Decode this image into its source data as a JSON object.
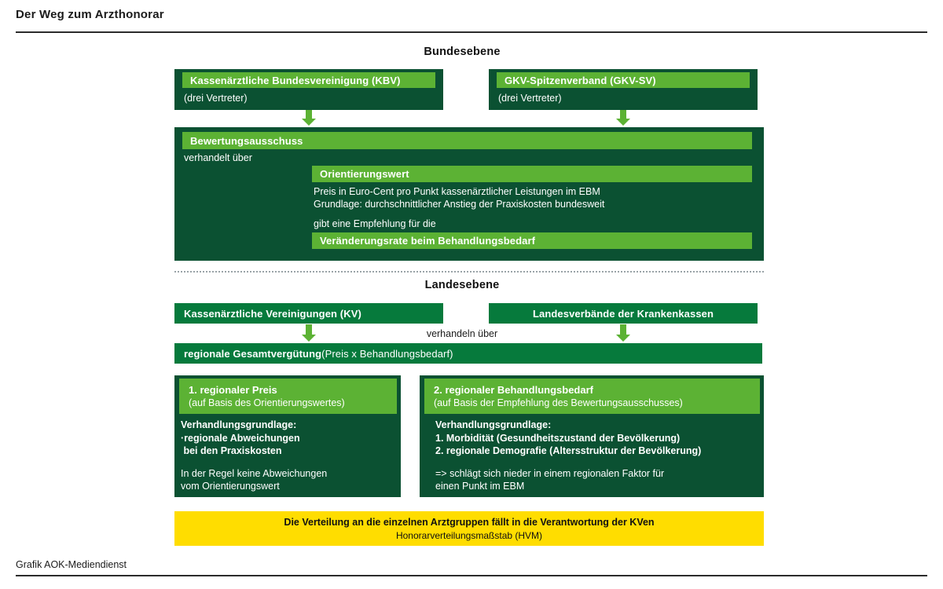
{
  "header": {
    "title": "Der Weg zum Arzthonorar",
    "credit": "Grafik AOK-Mediendienst"
  },
  "sections": {
    "federal_heading": "Bundesebene",
    "state_heading": "Landesebene"
  },
  "federal": {
    "kbv": {
      "title": "Kassenärztliche Bundesvereinigung (KBV)",
      "note": "(drei Vertreter)"
    },
    "gkv": {
      "title": "GKV-Spitzenverband (GKV-SV)",
      "note": "(drei Vertreter)"
    },
    "committee": {
      "title": "Bewertungsausschuss",
      "intro": "verhandelt über",
      "orientation": {
        "title": "Orientierungswert",
        "line1": "Preis in Euro-Cent pro Punkt kassenärztlicher Leistungen im EBM",
        "line2": "Grundlage: durchschnittlicher Anstieg der Praxiskosten bundesweit"
      },
      "recommendation_intro": "gibt eine Empfehlung für die",
      "recommendation_title": "Veränderungsrate beim Behandlungsbedarf"
    }
  },
  "state": {
    "kv": "Kassenärztliche Vereinigungen (KV)",
    "landesverbaende": "Landesverbände der Krankenkassen",
    "negotiate_label": "verhandeln über",
    "total_payment": {
      "bold": "regionale Gesamtvergütung",
      "note": " (Preis x Behandlungsbedarf)"
    },
    "price_box": {
      "title": "1. regionaler Preis",
      "subtitle": "(auf Basis des Orientierungswertes)",
      "basis_label": "Verhandlungsgrundlage:",
      "basis_line1": "·regionale Abweichungen",
      "basis_line2": " bei den Praxiskosten",
      "result_line1": "In der Regel keine Abweichungen",
      "result_line2": "vom Orientierungswert"
    },
    "demand_box": {
      "title": "2. regionaler Behandlungsbedarf",
      "subtitle": "(auf Basis der Empfehlung des Bewertungsausschusses)",
      "basis_label": "Verhandlungsgrundlage:",
      "basis_line1": "1. Morbidität (Gesundheitszustand der Bevölkerung)",
      "basis_line2": "2. regionale Demografie (Altersstruktur der Bevölkerung)",
      "result_line1": "=> schlägt sich nieder in einem regionalen Faktor für",
      "result_line2": "einen Punkt im EBM"
    }
  },
  "footer_banner": {
    "line1": "Die Verteilung an die einzelnen Arztgruppen fällt in die Verantwortung der KVen",
    "line2": "Honorarverteilungsmaßstab (HVM)"
  },
  "colors": {
    "dark_green": "#0b5132",
    "mid_green": "#067a3c",
    "light_green": "#5cb234",
    "yellow": "#ffdd00",
    "rule": "#2b2b2b"
  }
}
